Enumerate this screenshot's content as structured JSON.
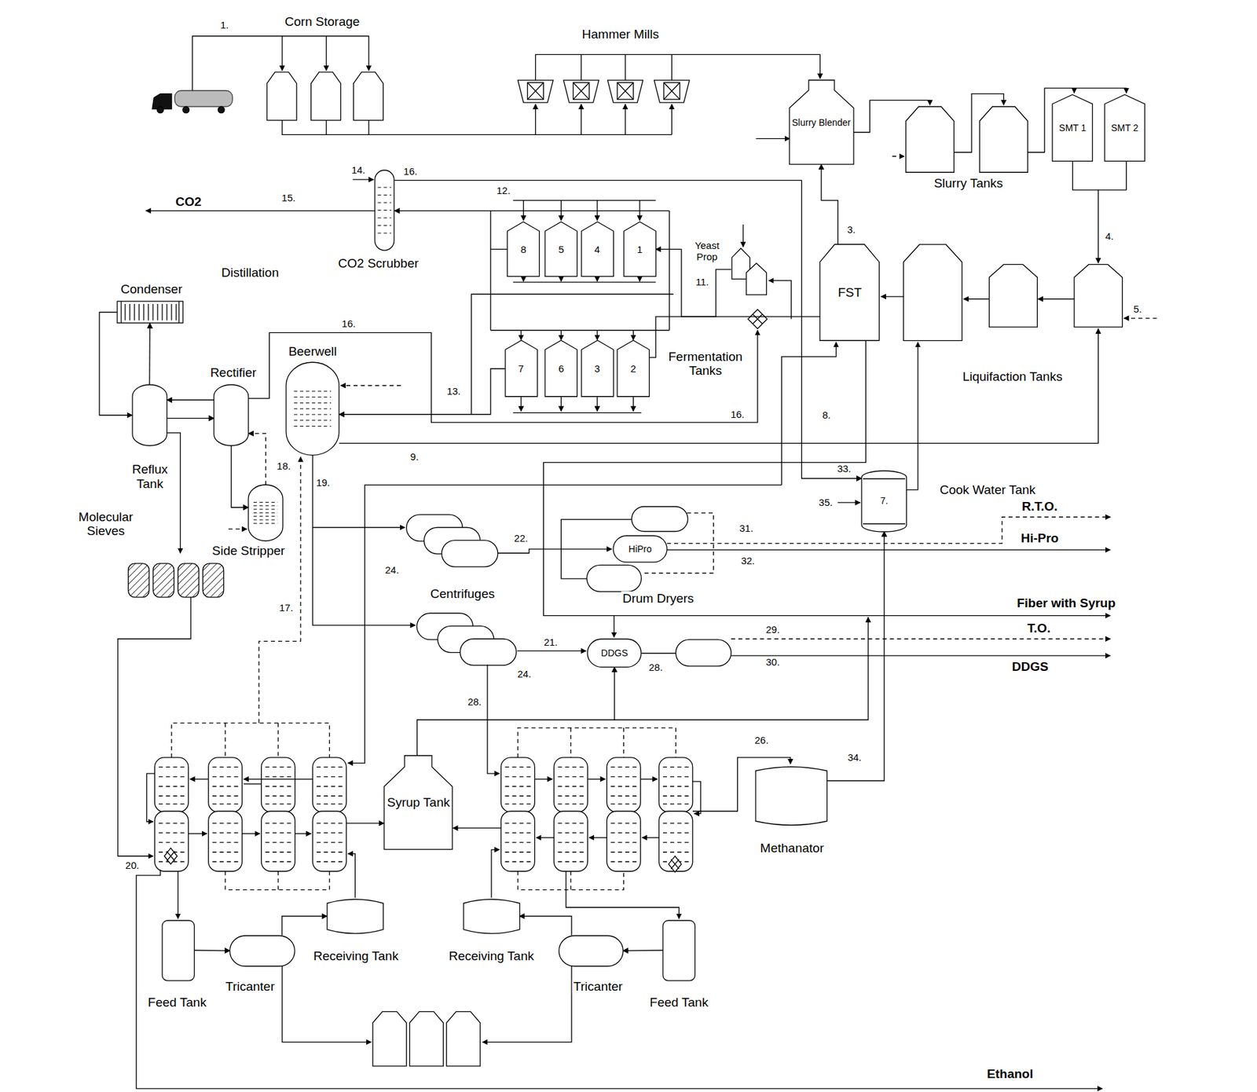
{
  "diagram": {
    "nodes": [
      {
        "text": [
          "Slurry Blender"
        ]
      },
      {
        "text": [
          "SMT 1"
        ]
      },
      {
        "text": [
          "SMT 2"
        ]
      },
      {
        "text": [
          "CO2 Scrubber"
        ]
      },
      {
        "text": [
          "8"
        ]
      },
      {
        "text": [
          "5"
        ]
      },
      {
        "text": [
          "4"
        ]
      },
      {
        "text": [
          "1"
        ]
      },
      {
        "text": [
          "Yeast Prop"
        ]
      },
      {
        "text": [
          "FST"
        ]
      },
      {
        "text": [
          "7"
        ]
      },
      {
        "text": [
          "6"
        ]
      },
      {
        "text": [
          "3"
        ]
      },
      {
        "text": [
          "2"
        ]
      },
      {
        "text": [
          "Condenser"
        ]
      },
      {
        "text": [
          "Reflux Tank"
        ]
      },
      {
        "text": [
          "Rectifier"
        ]
      },
      {
        "text": [
          "Beerwell"
        ]
      },
      {
        "text": [
          "Side Stripper"
        ]
      },
      {
        "text": [
          "7.",
          "Cook Water Tank"
        ]
      },
      {
        "text": [
          "HiPro"
        ]
      },
      {
        "text": [
          "DDGS"
        ]
      },
      {
        "text": [
          "Syrup Tank"
        ]
      },
      {
        "text": [
          "Methanator"
        ]
      },
      {
        "text": [
          "Feed Tank"
        ]
      },
      {
        "text": [
          "Tricanter"
        ]
      },
      {
        "text": [
          "Receiving Tank"
        ]
      },
      {
        "text": [
          "Receiving Tank"
        ]
      },
      {
        "text": [
          "Tricanter"
        ]
      },
      {
        "text": [
          "Feed Tank"
        ]
      }
    ],
    "edges": [
      {
        "from": 9,
        "to": 0,
        "arrow": "to"
      },
      {
        "from": 16,
        "to": 15,
        "arrow": "to"
      },
      {
        "from": 15,
        "to": 16,
        "arrow": "to"
      },
      {
        "from": 15,
        "to": 14,
        "arrow": "to"
      },
      {
        "from": 14,
        "to": 15,
        "arrow": "to"
      },
      {
        "from": 16,
        "to": 18,
        "arrow": "to"
      },
      {
        "from": 18,
        "to": 16,
        "arrow": "to"
      },
      {
        "from": 10,
        "to": 17,
        "arrow": "to"
      },
      {
        "from": 4,
        "to": 3,
        "arrow": "to"
      },
      {
        "from": 3,
        "to": 19,
        "arrow": "to"
      },
      {
        "from": 8,
        "to": 7,
        "arrow": "to"
      },
      {
        "from": 9,
        "to": 13,
        "arrow": "none"
      },
      {
        "from": 23,
        "to": 19,
        "arrow": "to"
      },
      {
        "from": 22,
        "to": 21,
        "arrow": "to"
      },
      {
        "from": 24,
        "to": 25,
        "arrow": "to"
      },
      {
        "from": 25,
        "to": 26,
        "arrow": "to"
      },
      {
        "from": 29,
        "to": 28,
        "arrow": "to"
      },
      {
        "from": 28,
        "to": 27,
        "arrow": "to"
      }
    ],
    "labels": [
      "1.",
      "Corn Storage",
      "Hammer Mills",
      "Slurry Tanks",
      "12.",
      "14.",
      "16.",
      "15.",
      "CO2",
      "3.",
      "4.",
      "Distillation",
      "11.",
      "5.",
      "16.",
      "Fermentation Tanks",
      "Liquifaction Tanks",
      "13.",
      "16.",
      "8.",
      "9.",
      "18.",
      "33.",
      "19.",
      "35.",
      "R.T.O.",
      "Molecular Sieves",
      "31.",
      "22.",
      "Hi-Pro",
      "32.",
      "24.",
      "Centrifuges",
      "Drum Dryers",
      "Fiber with Syrup",
      "17.",
      "T.O.",
      "29.",
      "21.",
      "30.",
      "DDGS",
      "28.",
      "24.",
      "28.",
      "26.",
      "34.",
      "20.",
      "Ethanol"
    ]
  }
}
